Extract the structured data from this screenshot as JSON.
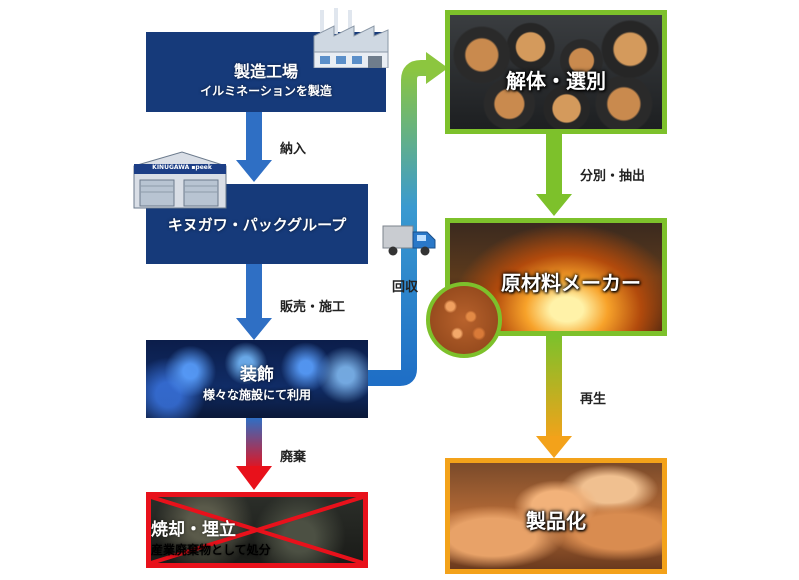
{
  "factory_box": {
    "title": "製造工場",
    "subtitle": "イルミネーションを製造"
  },
  "group_box": {
    "title": "キヌガワ・パックグループ",
    "building_sign": "KINUGAWA ▪peek"
  },
  "deco_box": {
    "title": "装飾",
    "subtitle": "様々な施設にて利用"
  },
  "disposal_box": {
    "title": "焼却・埋立",
    "subtitle": "産業廃棄物として処分"
  },
  "dismantle_box": {
    "title": "解体・選別"
  },
  "maker_box": {
    "title": "原材料メーカー"
  },
  "product_box": {
    "title": "製品化"
  },
  "labels": {
    "delivery": "納入",
    "sales": "販売・施工",
    "waste": "廃棄",
    "collect": "回収",
    "sort_extract": "分別・抽出",
    "regen": "再生"
  },
  "colors": {
    "navy": "#163a7a",
    "blue_arrow": "#2f6fc4",
    "green": "#7dc12b",
    "orange": "#f3a21a",
    "red": "#e8111b"
  }
}
